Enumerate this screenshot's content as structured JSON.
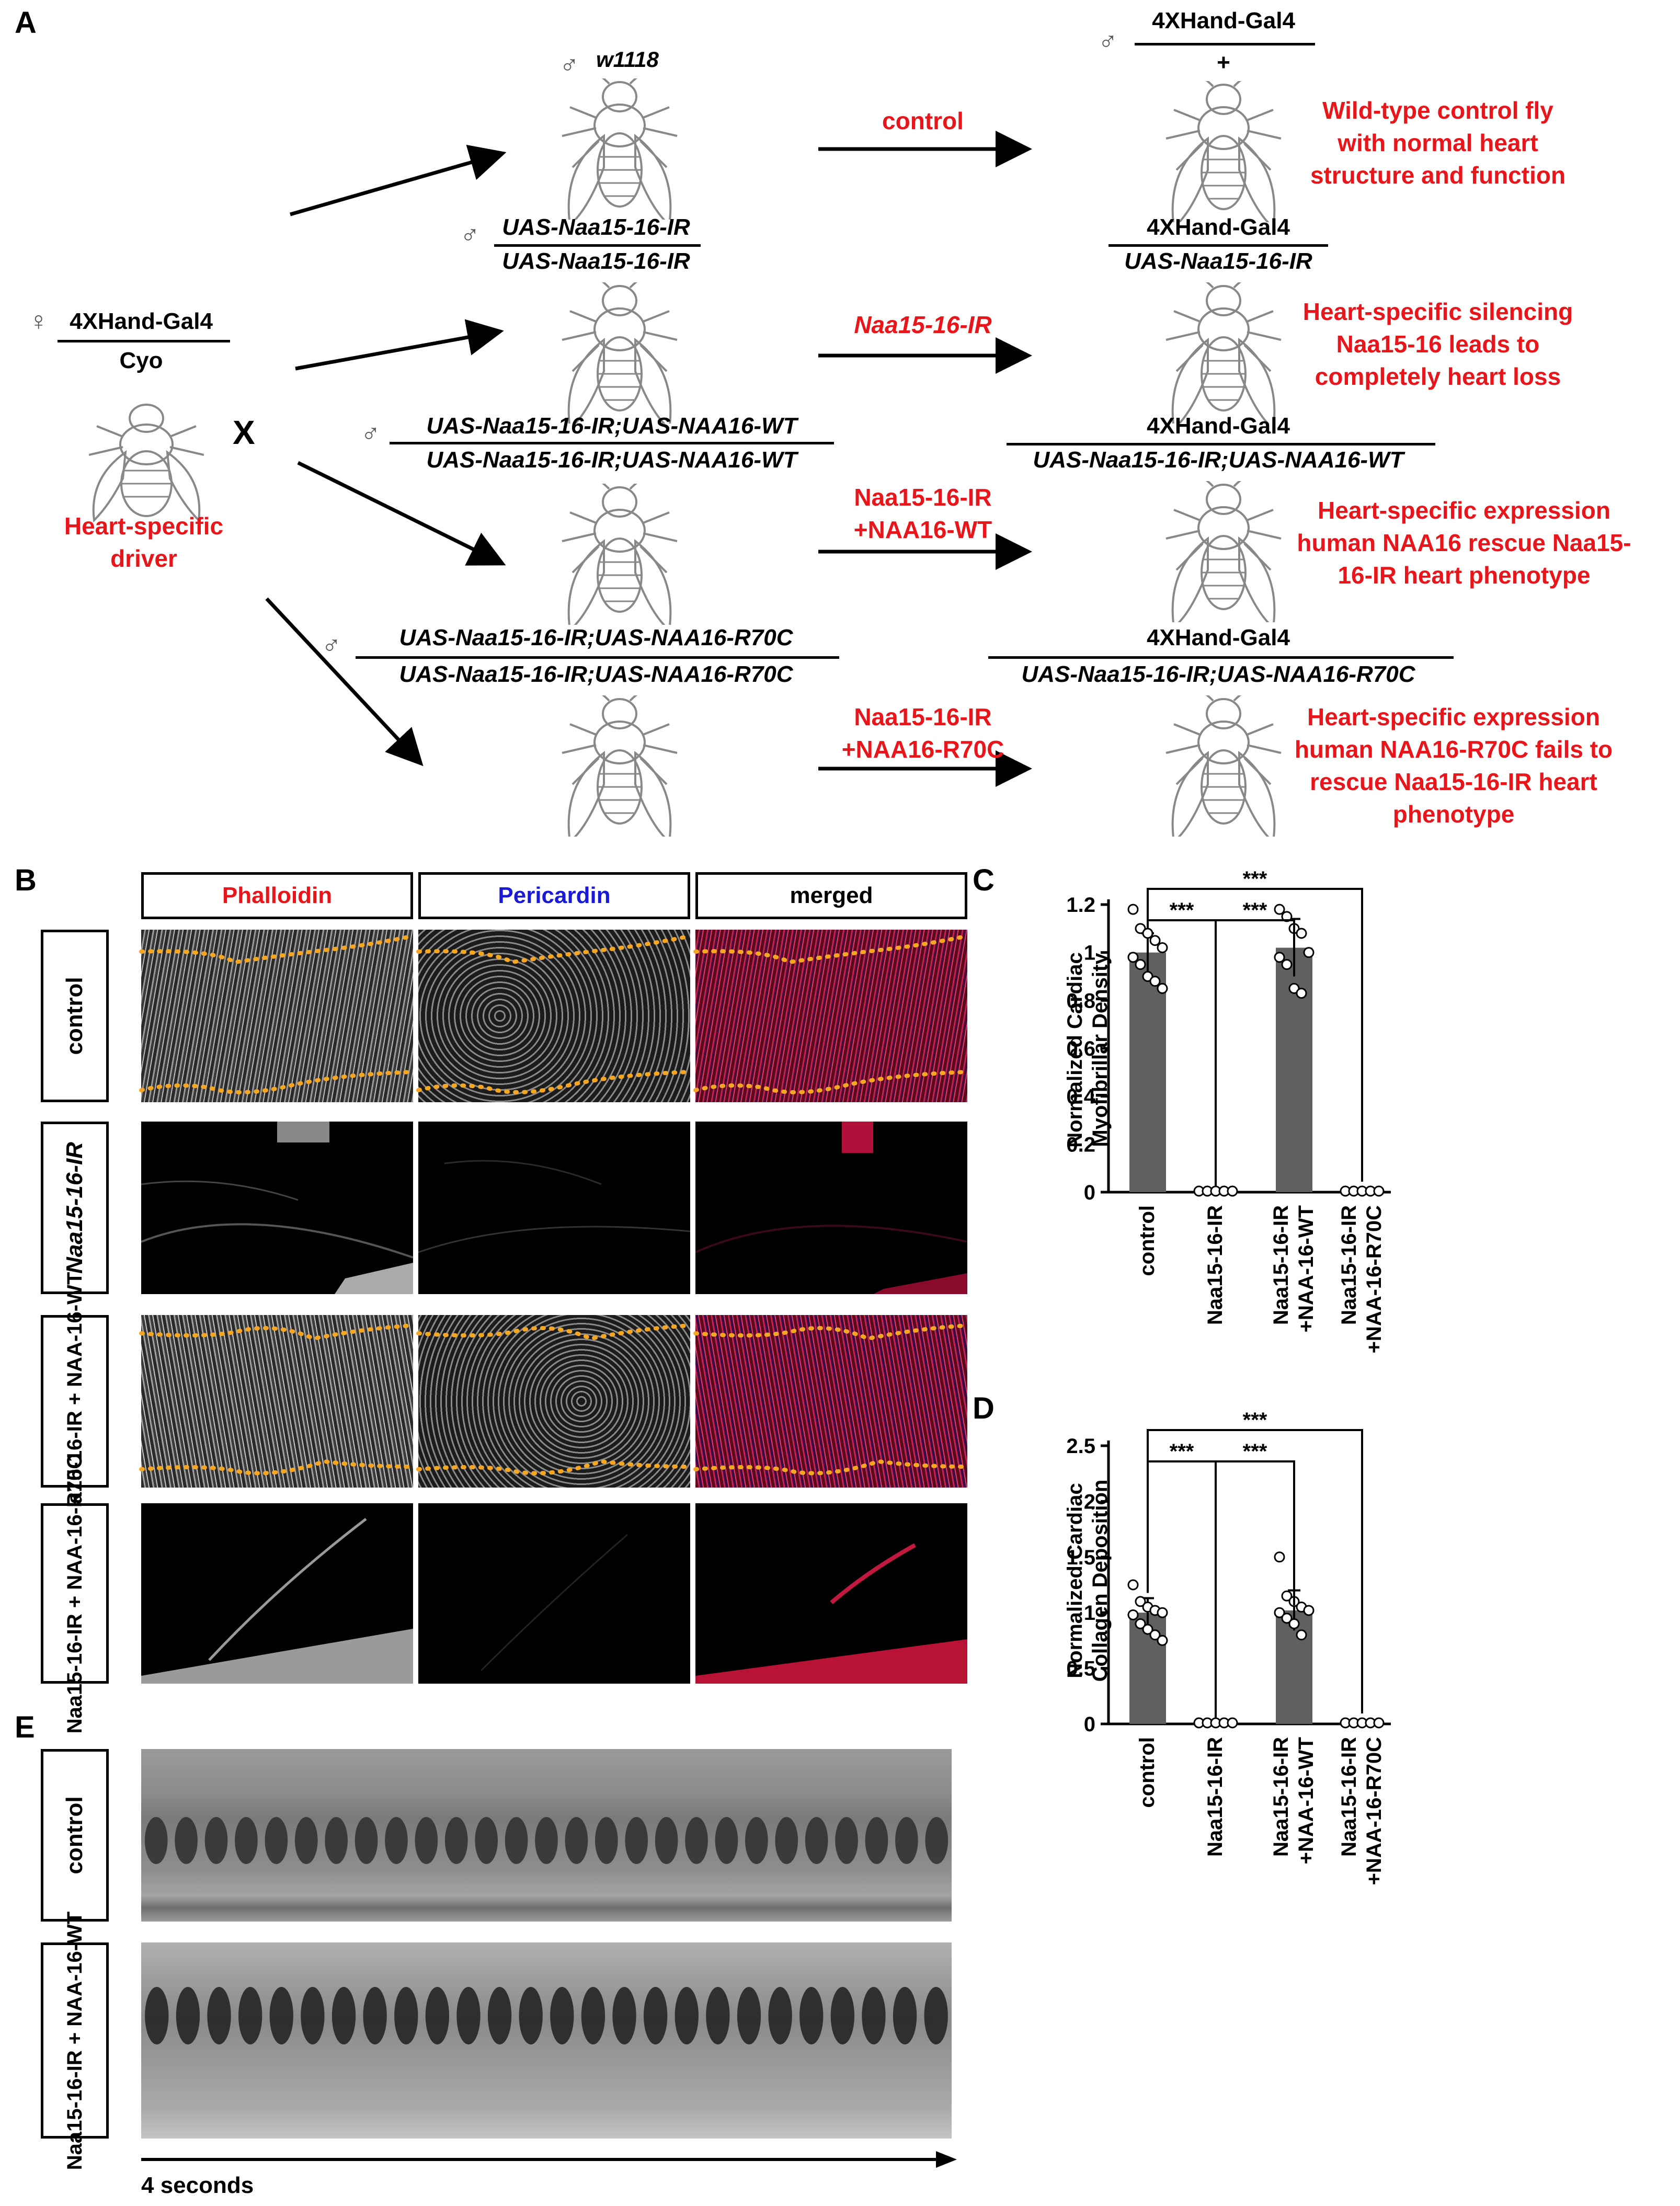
{
  "panels": {
    "A": "A",
    "B": "B",
    "C": "C",
    "D": "D",
    "E": "E"
  },
  "cross": {
    "female_symbol": "♀",
    "female_top": "4XHand-Gal4",
    "female_bottom": "Cyo",
    "cross_symbol": "X",
    "driver_label": "Heart-specific driver",
    "male_symbol": "♂",
    "rows": [
      {
        "parent_top": "w1118",
        "parent_bottom": "",
        "arrow_label": "control",
        "progeny_top": "4XHand-Gal4",
        "progeny_bottom": "+",
        "result": "Wild-type control fly with normal heart structure and function"
      },
      {
        "parent_top": "UAS-Naa15-16-IR",
        "parent_bottom": "UAS-Naa15-16-IR",
        "arrow_label": "Naa15-16-IR",
        "progeny_top": "4XHand-Gal4",
        "progeny_bottom": "UAS-Naa15-16-IR",
        "result": "Heart-specific silencing Naa15-16 leads to completely heart loss"
      },
      {
        "parent_top": "UAS-Naa15-16-IR;UAS-NAA16-WT",
        "parent_bottom": "UAS-Naa15-16-IR;UAS-NAA16-WT",
        "arrow_label": "Naa15-16-IR +NAA16-WT",
        "progeny_top": "4XHand-Gal4",
        "progeny_bottom": "UAS-Naa15-16-IR;UAS-NAA16-WT",
        "result": "Heart-specific expression human NAA16 rescue Naa15-16-IR heart phenotype"
      },
      {
        "parent_top": "UAS-Naa15-16-IR;UAS-NAA16-R70C",
        "parent_bottom": "UAS-Naa15-16-IR;UAS-NAA16-R70C",
        "arrow_label": "Naa15-16-IR +NAA16-R70C",
        "progeny_top": "4XHand-Gal4",
        "progeny_bottom": "UAS-Naa15-16-IR;UAS-NAA16-R70C",
        "result": "Heart-specific expression human NAA16-R70C fails to rescue Naa15-16-IR heart phenotype"
      }
    ]
  },
  "microscopy": {
    "channels": [
      "Phalloidin",
      "Pericardin",
      "merged"
    ],
    "channel_colors": [
      "#e8151b",
      "#1a1ad6",
      "#000000"
    ],
    "rows": [
      "control",
      "Naa15-16-IR",
      "Naa15-16-IR + NAA-16-WT",
      "Naa15-16-IR + NAA-16-R70C"
    ]
  },
  "charts": {
    "significance": "***",
    "chart_data": [
      {
        "type": "bar",
        "panel": "C",
        "ylabel": "Normalized Cardiac Myofibrillar Density",
        "categories": [
          "control",
          "Naa15-16-IR",
          "Naa15-16-IR +NAA-16-WT",
          "Naa15-16-IR +NAA-16-R70C"
        ],
        "values": [
          1.0,
          0.0,
          1.02,
          0.0
        ],
        "errors": [
          0.08,
          0.0,
          0.12,
          0.0
        ],
        "points": [
          [
            1.18,
            1.1,
            1.08,
            1.05,
            1.02,
            0.98,
            0.95,
            0.9,
            0.88,
            0.85
          ],
          [
            0,
            0,
            0,
            0,
            0
          ],
          [
            1.18,
            1.15,
            1.1,
            1.08,
            1.0,
            0.98,
            0.95,
            0.85,
            0.83
          ],
          [
            0,
            0,
            0,
            0,
            0
          ]
        ],
        "ylim": [
          0,
          1.2
        ],
        "yticks": [
          "0",
          "0.2",
          "0.4",
          "0.6",
          "0.8",
          "1",
          "1.2"
        ]
      },
      {
        "type": "bar",
        "panel": "D",
        "ylabel": "Normalized Cardiac Collagen Deposition",
        "categories": [
          "control",
          "Naa15-16-IR",
          "Naa15-16-IR +NAA-16-WT",
          "Naa15-16-IR +NAA-16-R70C"
        ],
        "values": [
          1.0,
          0.0,
          1.02,
          0.0
        ],
        "errors": [
          0.13,
          0.0,
          0.18,
          0.0
        ],
        "points": [
          [
            1.25,
            1.1,
            1.05,
            1.02,
            1.0,
            0.98,
            0.9,
            0.85,
            0.8,
            0.75
          ],
          [
            0,
            0,
            0,
            0,
            0
          ],
          [
            1.5,
            1.15,
            1.1,
            1.05,
            1.02,
            1.0,
            0.95,
            0.9,
            0.8
          ],
          [
            0,
            0,
            0,
            0,
            0
          ]
        ],
        "ylim": [
          0,
          2.5
        ],
        "yticks": [
          "0",
          "0.5",
          "1",
          "1.5",
          "2",
          "2.5"
        ]
      }
    ]
  },
  "kymograph": {
    "rows": [
      "control",
      "Naa15-16-IR + NAA-16-WT"
    ],
    "time_label": "4 seconds"
  }
}
